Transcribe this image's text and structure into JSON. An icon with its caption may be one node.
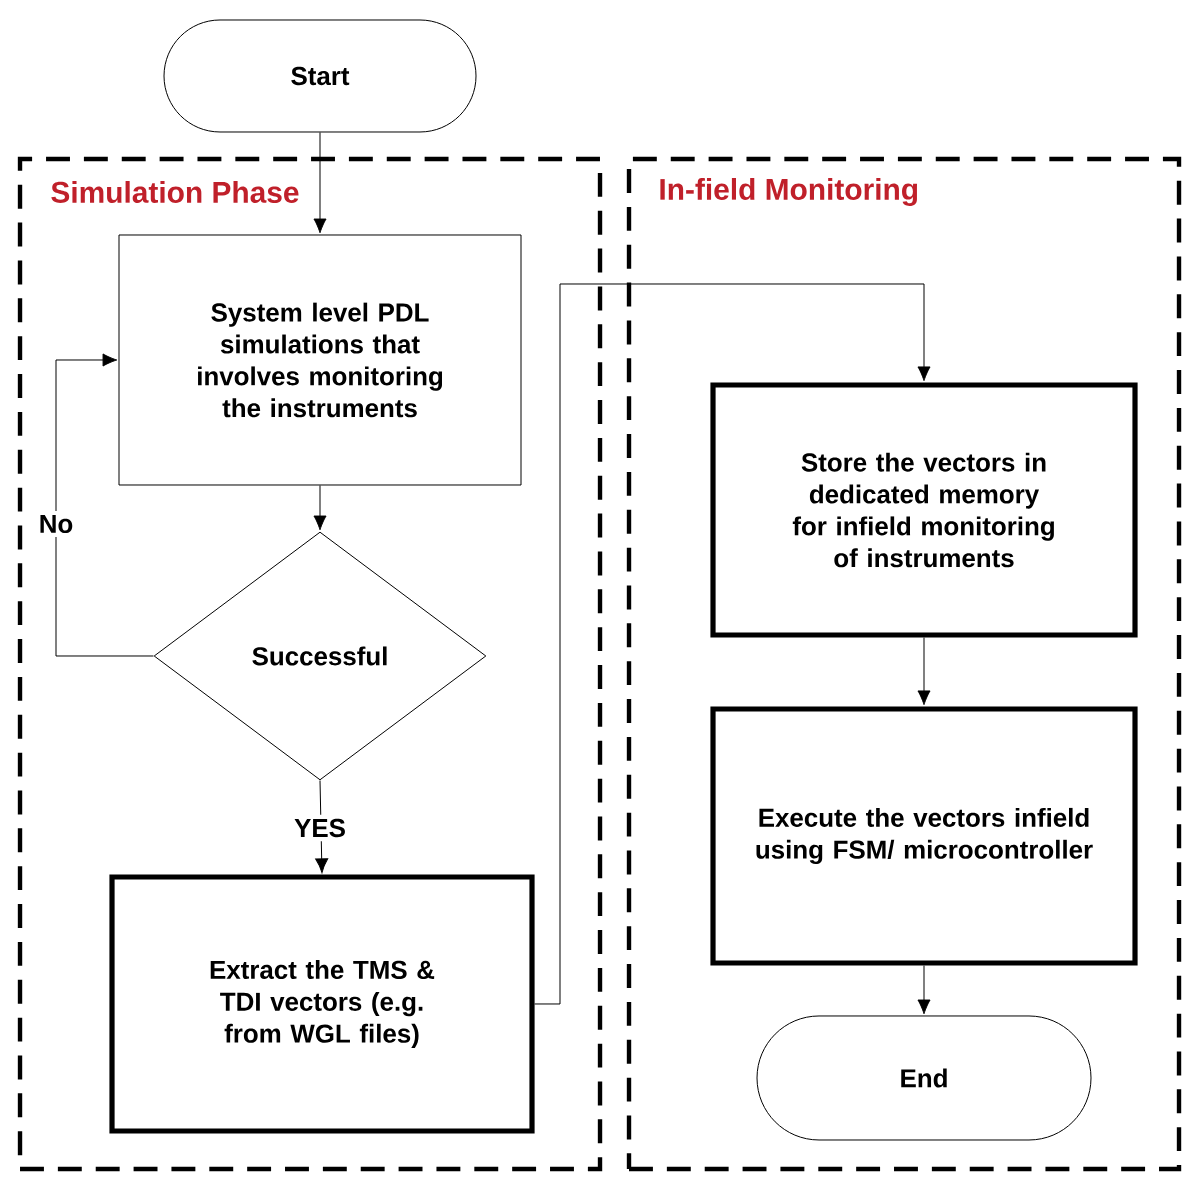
{
  "diagram": {
    "nodes": [
      {
        "text": [
          "Start"
        ]
      },
      {
        "text": [
          "Simulation Phase"
        ]
      },
      {
        "text": [
          "In-field Monitoring"
        ]
      },
      {
        "text": [
          "System level PDL simulations that involves monitoring the instruments"
        ],
        "in": 1
      },
      {
        "text": [
          "Successful"
        ],
        "in": 1
      },
      {
        "text": [
          "Extract the TMS & TDI vectors (e.g. from WGL files)"
        ],
        "in": 1
      },
      {
        "text": [
          "Store the vectors in dedicated memory for infield monitoring of instruments"
        ],
        "in": 2
      },
      {
        "text": [
          "Execute the vectors infield using FSM/ microcontroller"
        ],
        "in": 2
      },
      {
        "text": [
          "End"
        ],
        "in": 2
      }
    ],
    "edges": [
      {
        "from": 0,
        "to": 3,
        "arrow": "to"
      },
      {
        "from": 3,
        "to": 4,
        "arrow": "to"
      },
      {
        "from": 4,
        "to": 3,
        "arrow": "to",
        "label": "No"
      },
      {
        "from": 4,
        "to": 5,
        "arrow": "to",
        "label": "YES"
      },
      {
        "from": 5,
        "to": 6,
        "arrow": "to"
      },
      {
        "from": 6,
        "to": 7,
        "arrow": "to"
      },
      {
        "from": 7,
        "to": 8,
        "arrow": "to"
      }
    ]
  }
}
